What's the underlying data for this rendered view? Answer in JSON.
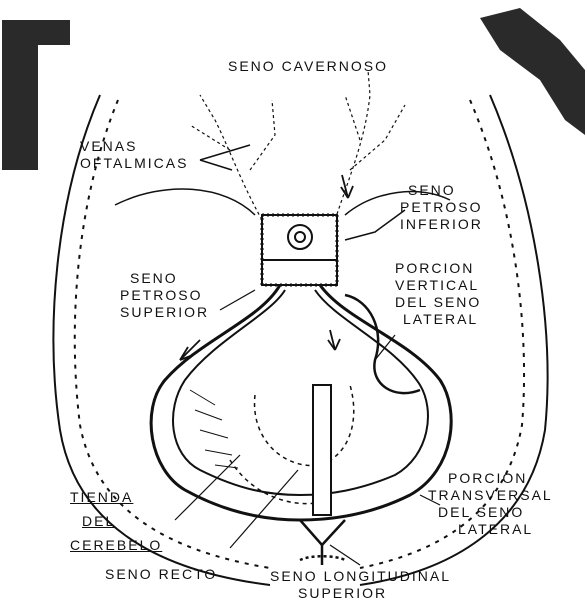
{
  "labels": {
    "seno_cavernoso": "SENO CAVERNOSO",
    "venas_oftalmicas": [
      "VENAS",
      "OFTALMICAS"
    ],
    "seno_petroso_inferior": [
      "SENO",
      "PETROSO",
      "INFERIOR"
    ],
    "seno_petroso_superior": [
      "SENO",
      "PETROSO",
      "SUPERIOR"
    ],
    "porcion_vertical": [
      "PORCION",
      "VERTICAL",
      "DEL SENO",
      "LATERAL"
    ],
    "tienda_del_cerebelo": [
      "TIENDA",
      "DEL",
      "CEREBELO"
    ],
    "porcion_transversal": [
      "PORCION",
      "TRANSVERSAL",
      "DEL SENO",
      "LATERAL"
    ],
    "seno_recto": "SENO RECTO",
    "seno_longitudinal_superior": [
      "SENO LONGITUDINAL",
      "SUPERIOR"
    ]
  },
  "colors": {
    "ink": "#111111",
    "background": "#ffffff",
    "corner": "#2a2a2a"
  }
}
